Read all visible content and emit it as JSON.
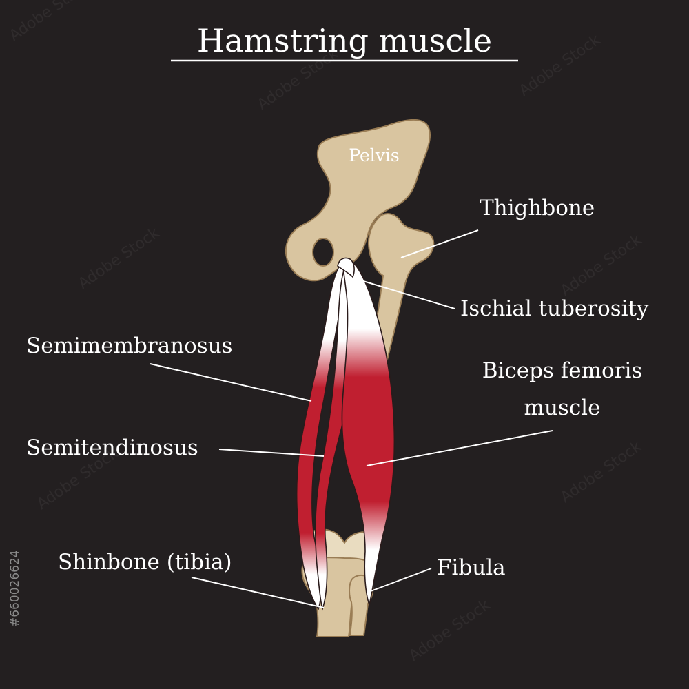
{
  "title": "Hamstring  muscle",
  "labels": {
    "pelvis": "Pelvis",
    "thighbone": "Thighbone",
    "ischial_tuberosity": "Ischial tuberosity",
    "semimembranosus": "Semimembranosus",
    "biceps_line1": "Biceps femoris",
    "biceps_line2": "muscle",
    "semitendinosus": "Semitendinosus",
    "shinbone": "Shinbone (tibia)",
    "fibula": "Fibula"
  },
  "watermark": "Adobe Stock",
  "stock_id": "#660026624",
  "colors": {
    "background": "#231f20",
    "bone": "#d9c5a0",
    "muscle": "#c01f30",
    "text": "#ffffff"
  }
}
